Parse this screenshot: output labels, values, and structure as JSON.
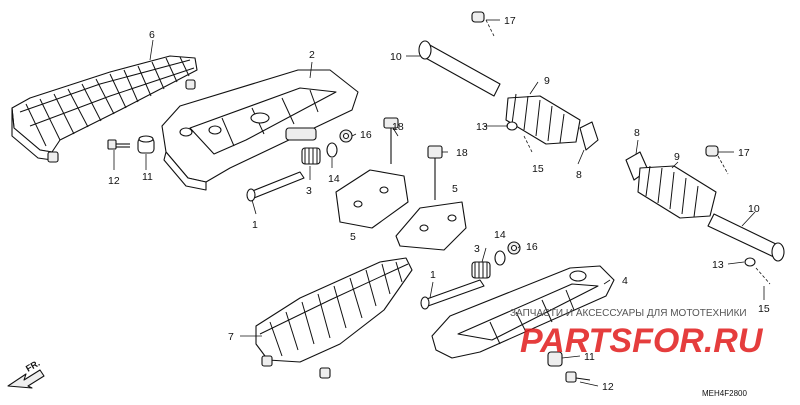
{
  "diagram": {
    "code": "MEH4F2800",
    "direction_label": "FR.",
    "watermark": {
      "text": "ЗАПЧАСТИ И АКСЕССУАРЫ ДЛЯ МОТОТЕХНИКИ",
      "logo": "PARTSFOR.RU"
    },
    "callouts": [
      "6",
      "2",
      "12",
      "11",
      "1",
      "3",
      "14",
      "16",
      "18",
      "5",
      "5",
      "18",
      "10",
      "17",
      "13",
      "9",
      "15",
      "8",
      "8",
      "9",
      "17",
      "10",
      "14",
      "16",
      "3",
      "13",
      "15",
      "1",
      "4",
      "7",
      "11",
      "12"
    ]
  }
}
